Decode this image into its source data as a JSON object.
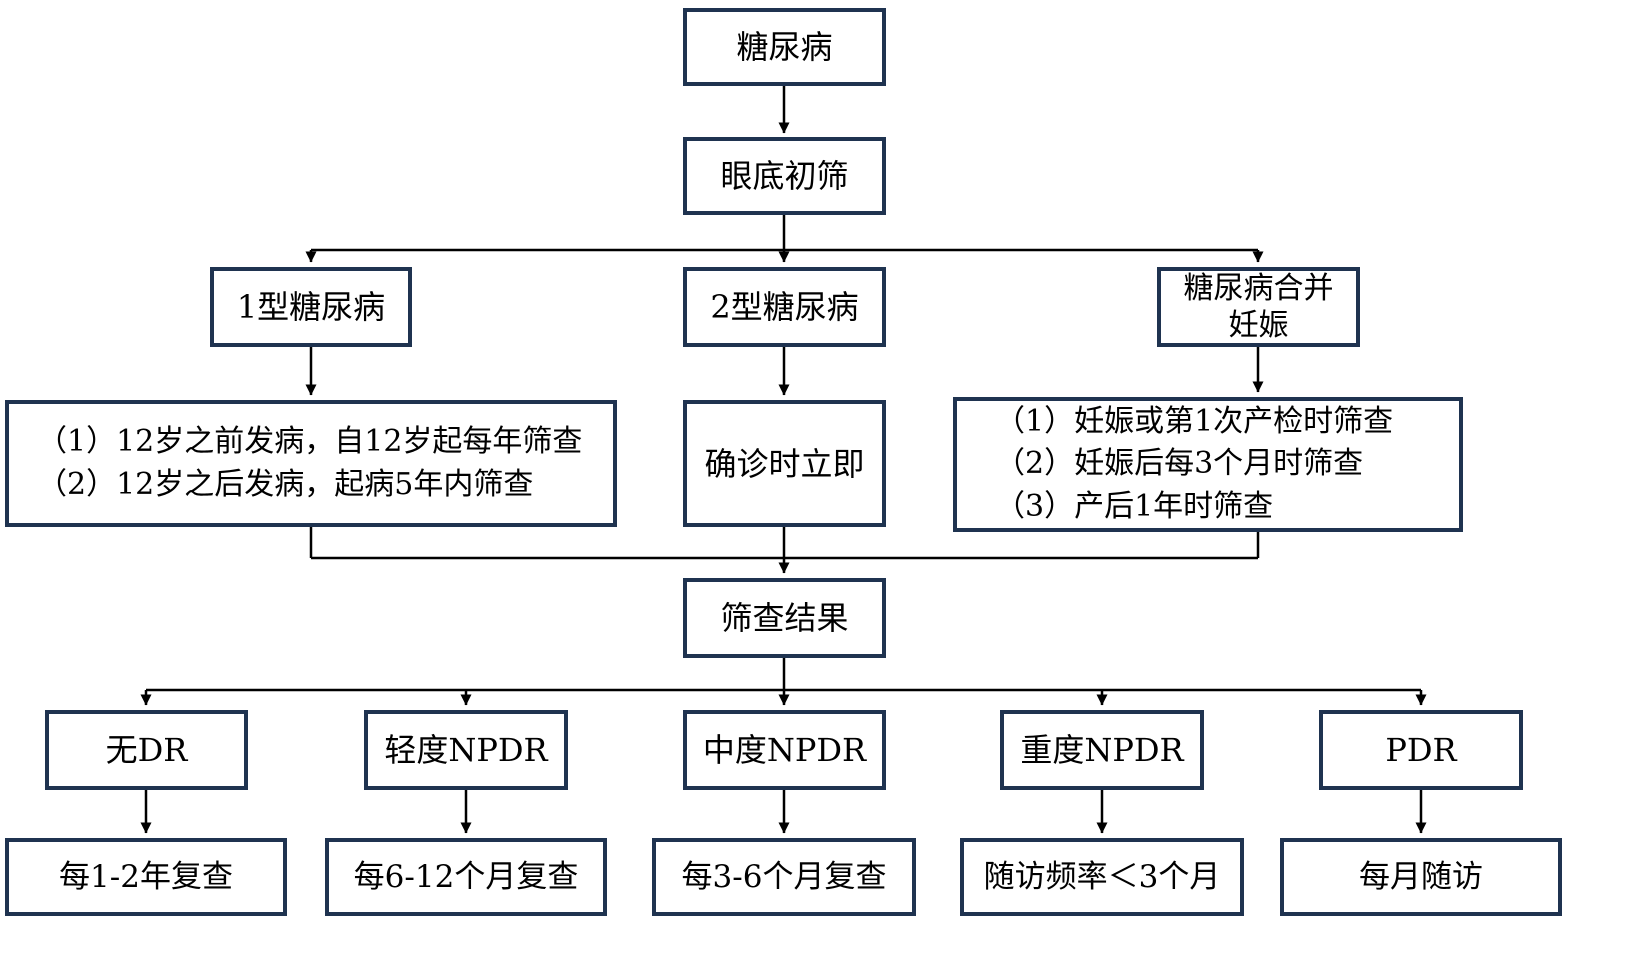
{
  "theme": {
    "background": "#ffffff",
    "box_border_color": "#1f3350",
    "line_color": "#000000",
    "text_color": "#000000"
  },
  "flowchart": {
    "nodes": {
      "diabetes": "糖尿病",
      "fundus_screening": "眼底初筛",
      "type1": "1型糖尿病",
      "type2": "2型糖尿病",
      "pregnancy": [
        "糖尿病合并",
        "妊娠"
      ],
      "type1_detail": [
        "（1）12岁之前发病，自12岁起每年筛查",
        "（2）12岁之后发病，起病5年内筛查"
      ],
      "type2_detail": "确诊时立即",
      "pregnancy_detail": [
        "（1）妊娠或第1次产检时筛查",
        "（2）妊娠后每3个月时筛查",
        "（3）产后1年时筛查"
      ],
      "screening_result": "筛查结果",
      "no_dr": "无DR",
      "mild_npdr": "轻度NPDR",
      "moderate_npdr": "中度NPDR",
      "severe_npdr": "重度NPDR",
      "pdr": "PDR",
      "no_dr_followup": "每1-2年复查",
      "mild_npdr_followup": "每6-12个月复查",
      "moderate_npdr_followup": "每3-6个月复查",
      "severe_npdr_followup": "随访频率＜3个月",
      "pdr_followup": "每月随访"
    }
  }
}
